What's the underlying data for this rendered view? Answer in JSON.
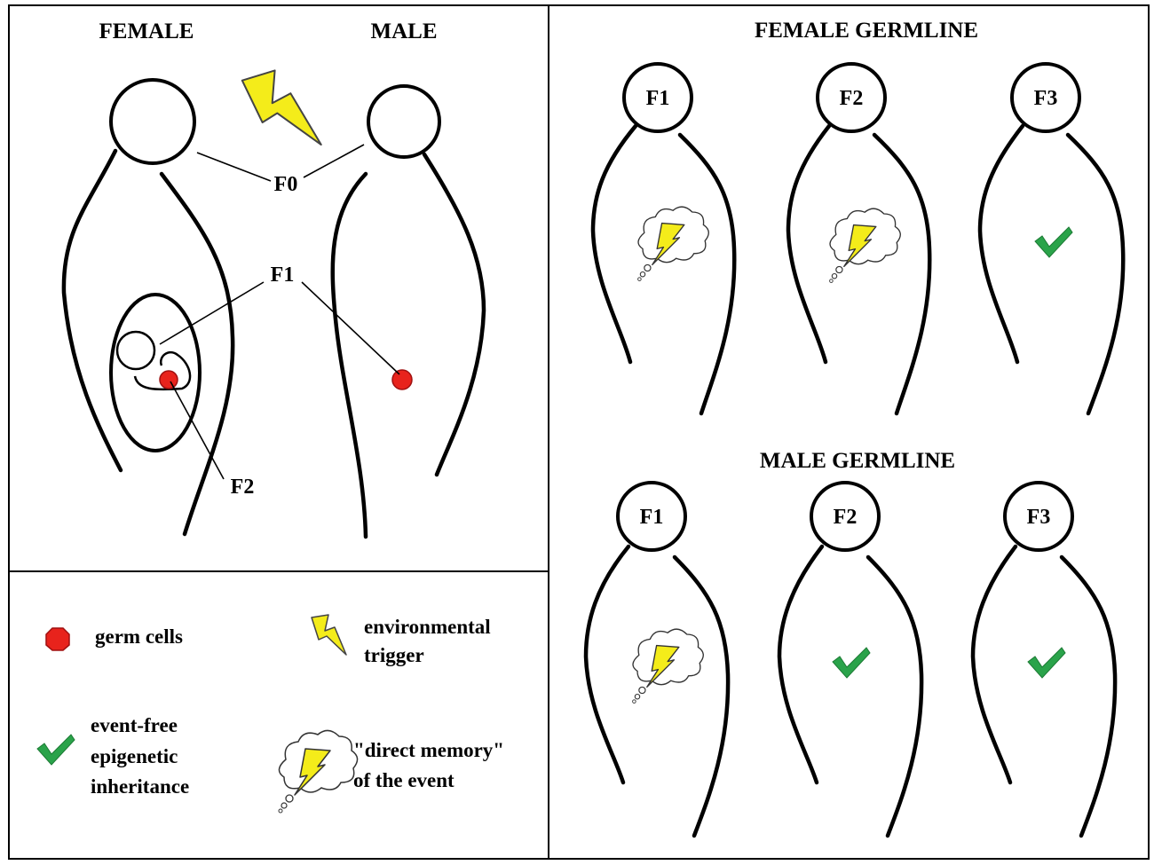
{
  "left_panel": {
    "female_label": "FEMALE",
    "male_label": "MALE",
    "f0_label": "F0",
    "f1_label": "F1",
    "f2_label": "F2"
  },
  "right_panel": {
    "female_germline_title": "FEMALE GERMLINE",
    "male_germline_title": "MALE GERMLINE",
    "female_generations": [
      {
        "label": "F1",
        "status": "direct-memory"
      },
      {
        "label": "F2",
        "status": "direct-memory"
      },
      {
        "label": "F3",
        "status": "event-free"
      }
    ],
    "male_generations": [
      {
        "label": "F1",
        "status": "direct-memory"
      },
      {
        "label": "F2",
        "status": "event-free"
      },
      {
        "label": "F3",
        "status": "event-free"
      }
    ]
  },
  "legend": {
    "germ_cells": "germ cells",
    "environmental_trigger_line1": "environmental",
    "environmental_trigger_line2": "trigger",
    "event_free_line1": "event-free",
    "event_free_line2": "epigenetic",
    "event_free_line3": "inheritance",
    "direct_memory_line1": "\"direct memory\"",
    "direct_memory_line2": "of the event"
  },
  "colors": {
    "germ_cell": "#e8231c",
    "lightning": "#f4ec1a",
    "check": "#2aa34a",
    "outline": "#000000"
  },
  "icons": [
    "lightning-icon",
    "check-icon",
    "thought-cloud-icon",
    "germ-cell-icon"
  ]
}
